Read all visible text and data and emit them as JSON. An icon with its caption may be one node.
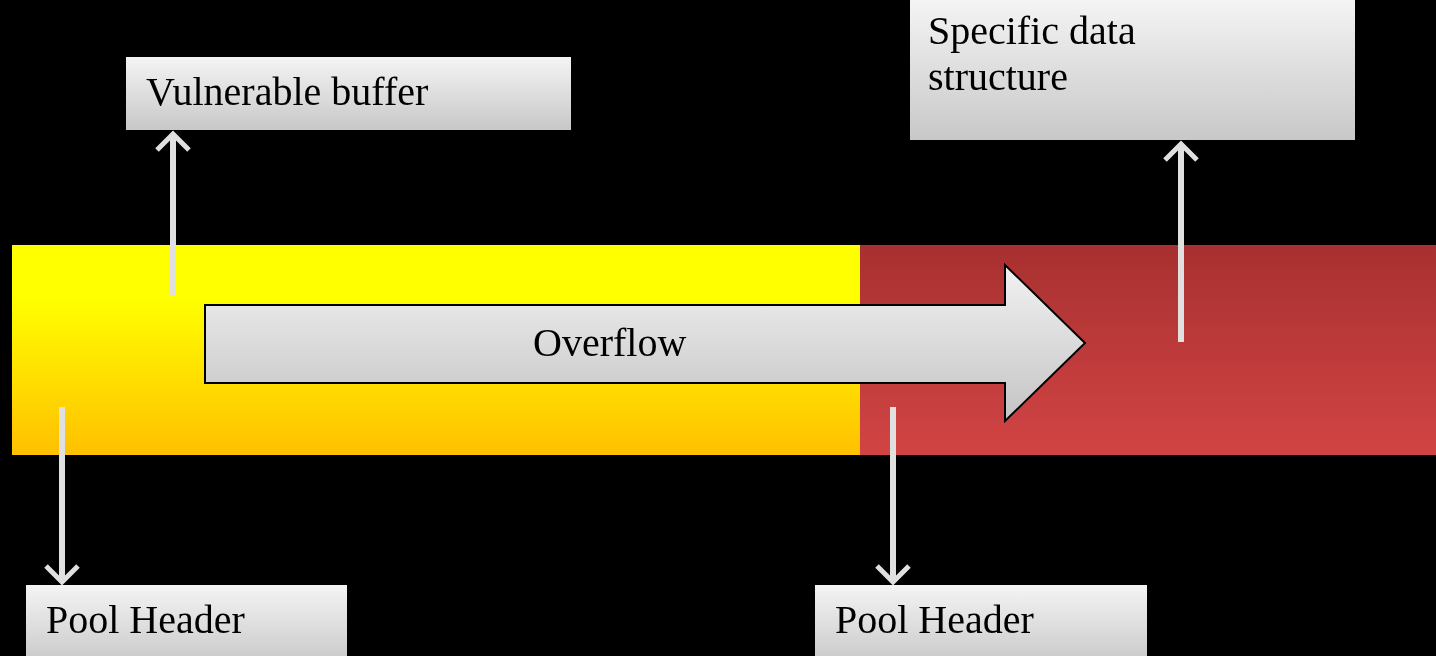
{
  "diagram": {
    "nodes": [
      {
        "text": [],
        "shape": "bar"
      },
      {
        "text": [],
        "shape": "bar"
      },
      {
        "text": [
          "Vulnerable buffer"
        ]
      },
      {
        "text": [
          "Specific data structure"
        ]
      },
      {
        "text": [
          "Pool Header"
        ]
      },
      {
        "text": [
          "Pool Header"
        ]
      },
      {
        "text": [
          "Overflow"
        ]
      }
    ],
    "edges": [
      {
        "from": 0,
        "to": 2,
        "arrow": "to"
      },
      {
        "from": 1,
        "to": 3,
        "arrow": "to"
      },
      {
        "from": 0,
        "to": 4,
        "arrow": "to"
      },
      {
        "from": 1,
        "to": 5,
        "arrow": "to"
      }
    ]
  }
}
